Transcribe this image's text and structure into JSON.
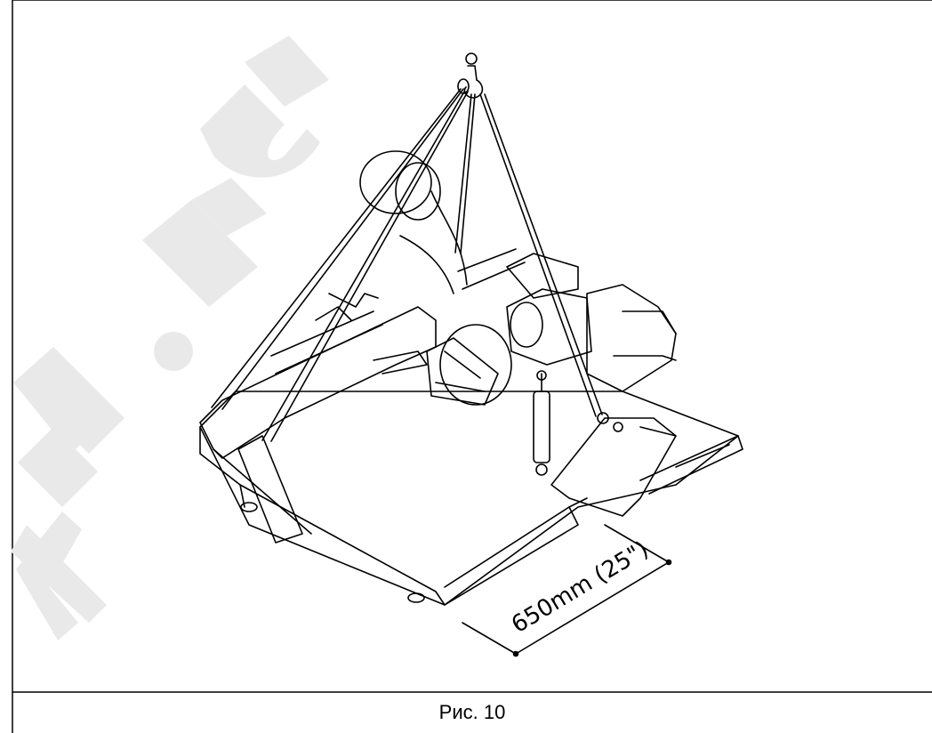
{
  "figure": {
    "caption": "Рис. 10",
    "dimension_label": "650mm (25\")"
  },
  "watermark": {
    "text": "AZ.RU",
    "color": "#e9e9e9"
  },
  "colors": {
    "line": "#000000",
    "frame": "#000000",
    "background": "#ffffff"
  }
}
